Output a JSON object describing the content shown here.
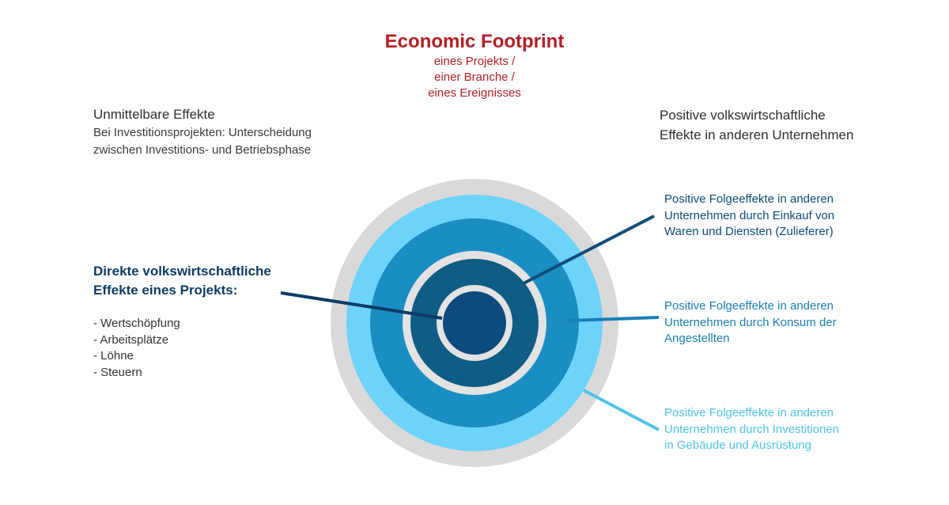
{
  "title": {
    "main": "Economic Footprint",
    "lines": [
      "eines Projekts /",
      "einer Branche /",
      "eines Ereignisses"
    ]
  },
  "left_top": {
    "heading": "Unmittelbare Effekte",
    "lines": [
      "Bei Investitionsprojekten: Unterscheidung",
      "zwischen Investitions- und Betriebsphase"
    ]
  },
  "right_top": {
    "lines": [
      "Positive volkswirtschaftliche",
      "Effekte in anderen Unternehmen"
    ]
  },
  "direct_effects": {
    "lines": [
      "Direkte volkswirtschaftliche",
      "Effekte eines Projekts:"
    ],
    "items": [
      "- Wertschöpfung",
      "- Arbeitsplätze",
      "- Löhne",
      "- Steuern"
    ]
  },
  "effects": [
    {
      "lines": [
        "Positive Folgeeffekte in anderen",
        "Unternehmen durch Einkauf von",
        "Waren und Diensten (Zulieferer)"
      ],
      "color": "#0f4d7a"
    },
    {
      "lines": [
        "Positive Folgeeffekte in anderen",
        "Unternehmen durch Konsum der",
        "Angestellten"
      ],
      "color": "#1a7fb8"
    },
    {
      "lines": [
        "Positive Folgeeffekte in anderen",
        "Unternehmen durch Investitionen",
        "in Gebäude und Ausrüstung"
      ],
      "color": "#4fc3ec"
    }
  ],
  "colors": {
    "title": "#b41e24",
    "ring_outer": "#d9d9d9",
    "ring_light_blue": "#6dd3fa",
    "ring_mid_blue": "#1a8ec3",
    "ring_dark_blue": "#0f5c84",
    "core": "#0d4a7e"
  }
}
